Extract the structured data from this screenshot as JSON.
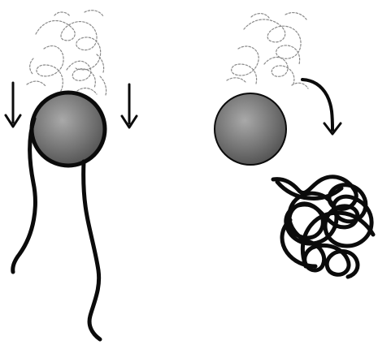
{
  "diagram": {
    "left_panel": {
      "elements": [
        "dashed-scribble-cloud",
        "down-arrow-left",
        "down-arrow-right",
        "gray-sphere-with-outline",
        "long-wavy-tail"
      ]
    },
    "right_panel": {
      "elements": [
        "dashed-scribble-cloud",
        "gray-sphere",
        "curved-arrow-down",
        "tangled-black-coil"
      ]
    }
  },
  "colors": {
    "background": "#ffffff",
    "ink": "#0b0b0b",
    "sphere_light": "#a9a9a9",
    "sphere_dark": "#4b4b4b",
    "scribble": "#8a8a8a"
  }
}
